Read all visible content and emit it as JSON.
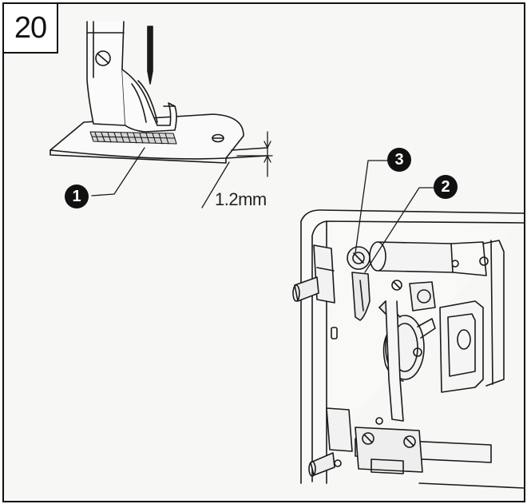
{
  "figure": {
    "step_number": "20",
    "dimension_label": "1.2mm",
    "callouts": {
      "feed_dog": "1",
      "needle_guard": "2",
      "set_screw": "3"
    },
    "ink_color": "#1a1a1a",
    "paper_color": "#f7f7f5"
  }
}
